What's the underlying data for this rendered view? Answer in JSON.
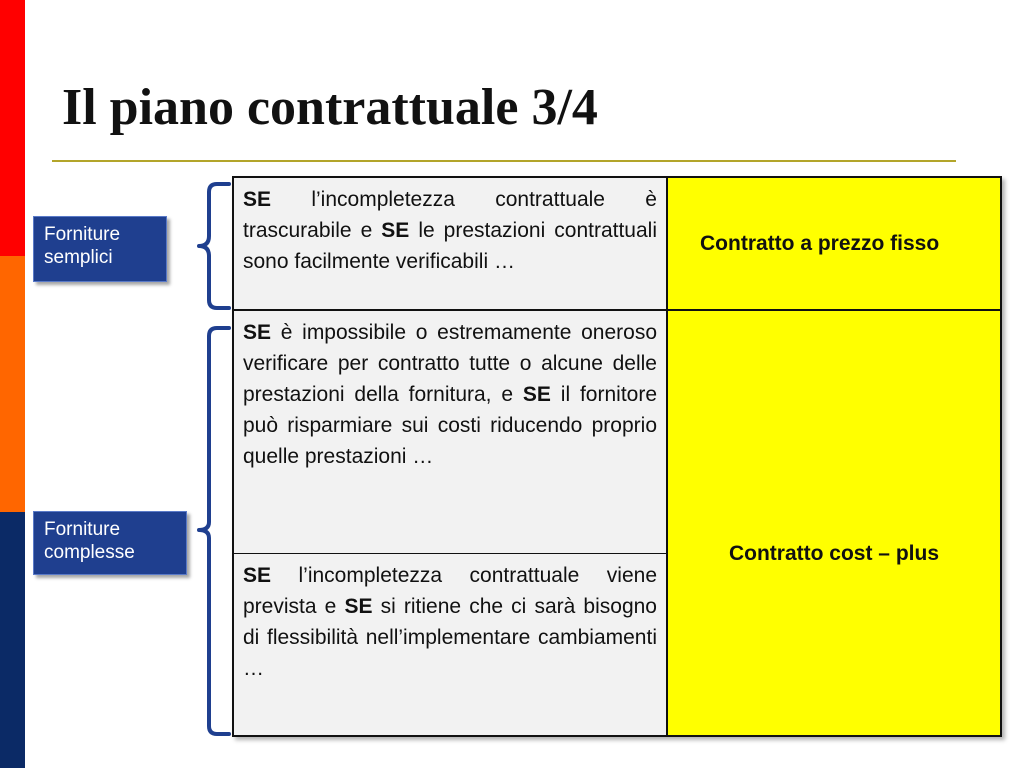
{
  "slide": {
    "title": "Il piano contrattuale 3/4"
  },
  "tags": {
    "simple": "Forniture semplici",
    "complex": "Forniture complesse"
  },
  "conditions": {
    "c1": {
      "se1": "SE",
      "t1": " l’incompletezza contrattuale è trascurabile e ",
      "se2": "SE",
      "t2": " le prestazioni contrattuali sono facilmente verificabili …"
    },
    "c2": {
      "se1": "SE",
      "t1": " è impossibile o estremamente oneroso verificare per contratto tutte o alcune delle prestazioni della fornitura, e ",
      "se2": "SE",
      "t2": " il fornitore può risparmiare sui costi riducendo proprio quelle prestazioni …"
    },
    "c3": {
      "se1": "SE",
      "t1": " l’incompletezza contrattuale viene prevista e ",
      "se2": "SE",
      "t2": " si ritiene che ci sarà bisogno di flessibilità nell’implementare cambiamenti …"
    }
  },
  "results": {
    "r1": "Contratto a prezzo fisso",
    "r2": "Contratto cost – plus"
  },
  "colors": {
    "tag_bg": "#1f3f8f",
    "result_bg": "#ffff00",
    "condition_bg": "#f2f2f2",
    "stripe_top": "#ff0000",
    "stripe_mid": "#ff6600",
    "stripe_bottom": "#0b2a66",
    "bracket": "#1f3f8f"
  }
}
